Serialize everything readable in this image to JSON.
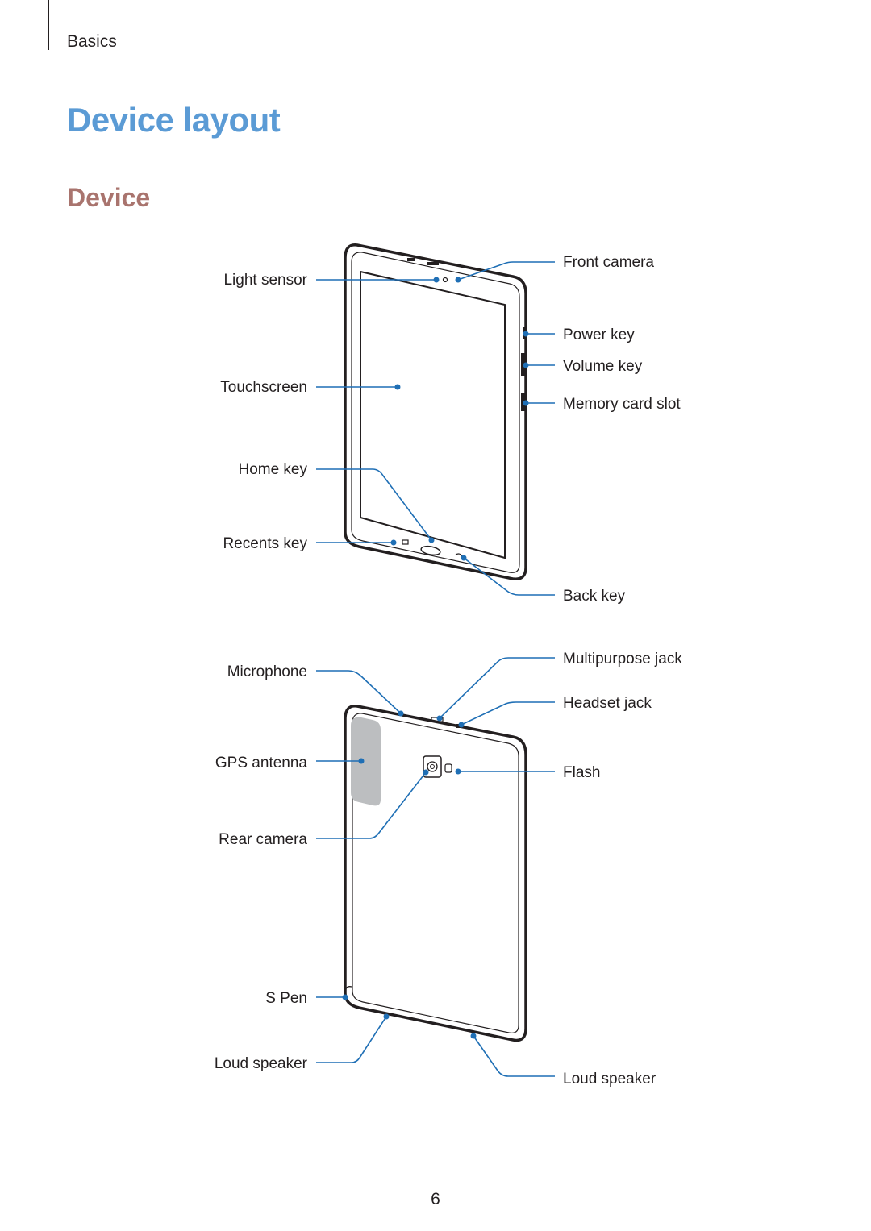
{
  "header": {
    "section": "Basics"
  },
  "title": "Device layout",
  "subtitle": "Device",
  "front": {
    "left_labels": [
      "Light sensor",
      "Touchscreen",
      "Home key",
      "Recents key"
    ],
    "right_labels": [
      "Front camera",
      "Power key",
      "Volume key",
      "Memory card slot",
      "Back key"
    ]
  },
  "back": {
    "left_labels": [
      "Microphone",
      "GPS antenna",
      "Rear camera",
      "S Pen",
      "Loud speaker"
    ],
    "right_labels": [
      "Multipurpose jack",
      "Headset jack",
      "Flash",
      "Loud speaker"
    ]
  },
  "page_number": "6",
  "colors": {
    "title": "#5b9bd5",
    "subtitle": "#a9746e",
    "callout": "#1f6fb5"
  }
}
